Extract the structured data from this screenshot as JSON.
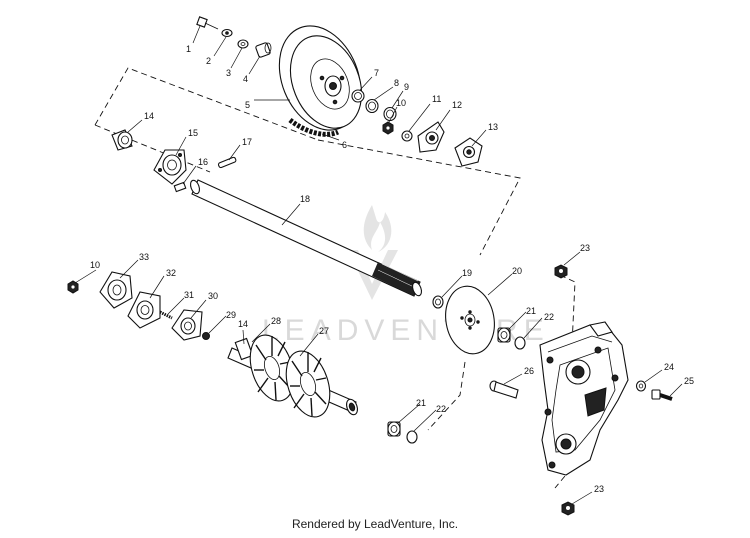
{
  "watermark": "LEADVENTURE",
  "footer": "Rendered by LeadVenture, Inc.",
  "callouts": [
    "1",
    "2",
    "3",
    "4",
    "5",
    "6",
    "7",
    "8",
    "9",
    "10",
    "11",
    "12",
    "13",
    "14",
    "15",
    "16",
    "17",
    "18",
    "10",
    "33",
    "32",
    "31",
    "30",
    "29",
    "14",
    "28",
    "27",
    "19",
    "20",
    "21",
    "22",
    "21",
    "22",
    "23",
    "24",
    "25",
    "26",
    "23"
  ]
}
